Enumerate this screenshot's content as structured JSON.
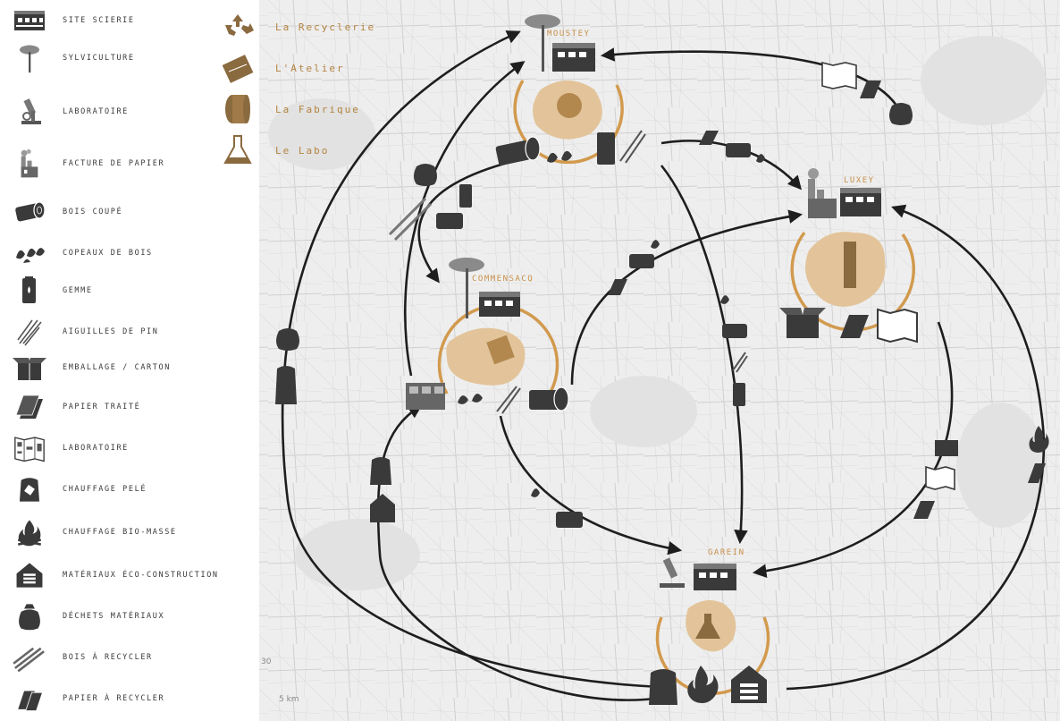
{
  "legend": {
    "items": [
      {
        "icon": "sawmill-site-icon",
        "label": "SITE SCIERIE"
      },
      {
        "icon": "tree-icon",
        "label": "SYLVICULTURE"
      },
      {
        "icon": "microscope-icon",
        "label": "LABORATOIRE"
      },
      {
        "icon": "paper-factory-icon",
        "label": "FACTURE DE PAPIER"
      },
      {
        "icon": "cut-log-icon",
        "label": "BOIS COUPÉ"
      },
      {
        "icon": "wood-chips-icon",
        "label": "COPEAUX DE BOIS"
      },
      {
        "icon": "resin-canister-icon",
        "label": "GEMME"
      },
      {
        "icon": "pine-needles-icon",
        "label": "AIGUILLES DE PIN"
      },
      {
        "icon": "cardboard-box-icon",
        "label": "EMBALLAGE / CARTON"
      },
      {
        "icon": "treated-paper-icon",
        "label": "PAPIER TRAITÉ"
      },
      {
        "icon": "map-icon",
        "label": "LABORATOIRE"
      },
      {
        "icon": "pellet-bag-icon",
        "label": "CHAUFFAGE PELÉ"
      },
      {
        "icon": "fire-icon",
        "label": "CHAUFFAGE BIO-MASSE"
      },
      {
        "icon": "eco-house-icon",
        "label": "MATÉRIAUX ÉCO-CONSTRUCTION"
      },
      {
        "icon": "waste-bag-icon",
        "label": "DÉCHETS MATÉRIAUX"
      },
      {
        "icon": "recycle-wood-icon",
        "label": "BOIS À RECYCLER"
      },
      {
        "icon": "recycle-paper-icon",
        "label": "PAPIER À RECYCLER"
      }
    ]
  },
  "places": [
    {
      "icon": "recycle-symbol-icon",
      "label": "La Recyclerie"
    },
    {
      "icon": "workshop-icon",
      "label": "L'Atelier"
    },
    {
      "icon": "paper-roll-icon",
      "label": "La Fabrique"
    },
    {
      "icon": "flask-icon",
      "label": "Le Labo"
    }
  ],
  "nodes": {
    "mousey": "MOUSTEY",
    "luxey": "LUXEY",
    "commensacq": "COMMENSACQ",
    "garein": "GAREIN"
  },
  "map": {
    "scale_label": "5 km",
    "scale_mark": "30"
  },
  "colors": {
    "accent": "#c8904a",
    "ring": "#d29a4e",
    "blob": "#e3c49a",
    "icon": "#3a3a3a",
    "arrow": "#1e1e1e"
  }
}
